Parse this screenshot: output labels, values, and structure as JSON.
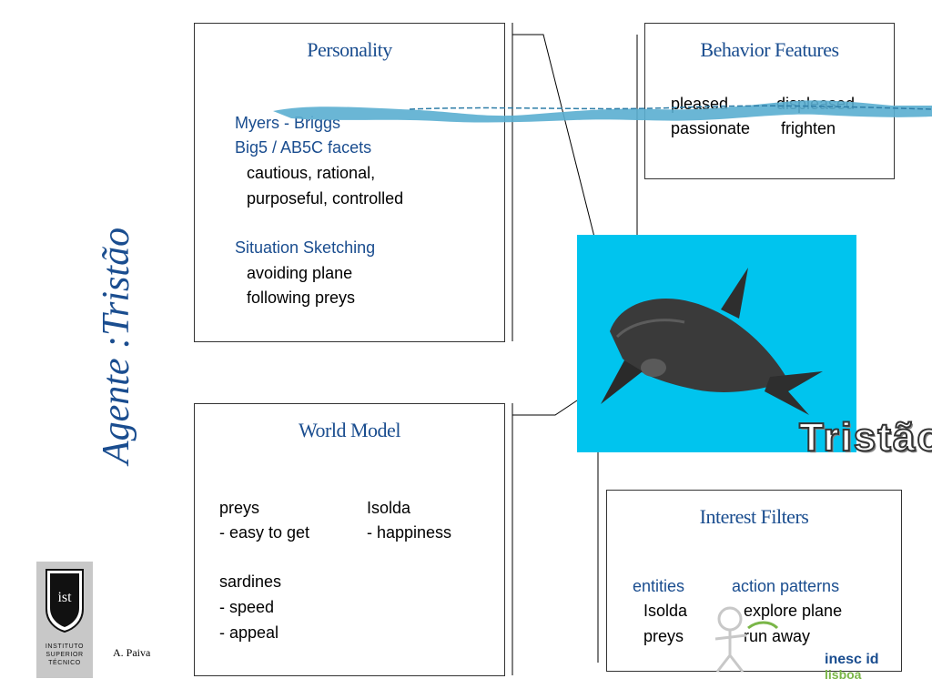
{
  "side_title": "Agente :Tristão",
  "personality": {
    "title": "Personality",
    "line1": "Myers - Briggs",
    "line2": "Big5 / AB5C facets",
    "line3": "cautious, rational,",
    "line4": "purposeful, controlled",
    "line5": "Situation Sketching",
    "line6": "avoiding plane",
    "line7": "following preys"
  },
  "behavior": {
    "title": "Behavior Features",
    "row1_left": "pleased",
    "row1_right": "displeased",
    "row2_left": "passionate",
    "row2_right": "frighten"
  },
  "world_model": {
    "title": "World Model",
    "col1": [
      "preys",
      "- easy to get",
      "",
      "sardines",
      "- speed",
      "- appeal"
    ],
    "col2": [
      "Isolda",
      "- happiness"
    ]
  },
  "interest": {
    "title": "Interest Filters",
    "head_left": "entities",
    "head_right": "action patterns",
    "row1_left": "Isolda",
    "row1_right": "explore plane",
    "row2_left": "preys",
    "row2_right": "run away"
  },
  "character_label": "Tristão",
  "logo": {
    "mark": "ist",
    "line1": "INSTITUTO",
    "line2": "SUPERIOR",
    "line3": "TÉCNICO"
  },
  "author": "A. Paiva",
  "inesc": {
    "line1": "inesc id",
    "line2": "lisboa"
  },
  "colors": {
    "accent": "#1a4d8f",
    "water": "#00c4ee",
    "dolphin": "#3a3a3a",
    "stripe": "#5aaed0",
    "lisboa_green": "#7ab648"
  },
  "icons": [
    "dolphin-image",
    "water-stripe-decoration",
    "ist-shield-icon",
    "stick-figure-icon"
  ]
}
